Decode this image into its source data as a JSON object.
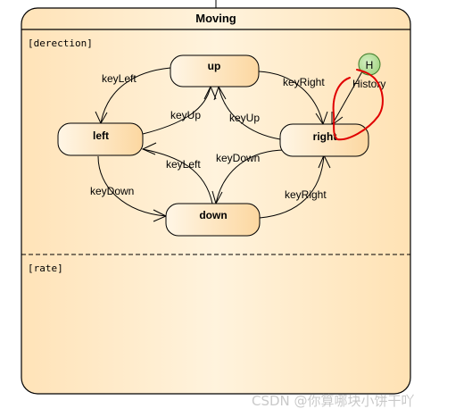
{
  "diagram": {
    "title": "Moving",
    "regions": {
      "direction": "[derection]",
      "rate": "[rate]"
    },
    "states": {
      "up": "up",
      "left": "left",
      "right": "right",
      "down": "down"
    },
    "history": {
      "symbol": "H",
      "label": "History"
    },
    "transitions": {
      "up_left": "keyLeft",
      "left_up": "keyUp",
      "up_right": "keyRight",
      "right_up": "keyUp",
      "left_down": "keyDown",
      "down_left": "keyLeft",
      "right_down": "keyDown",
      "down_right": "keyRight"
    }
  },
  "watermark": "CSDN @你算哪块小饼干吖",
  "colors": {
    "state_fill_light": "#fff4df",
    "state_fill_dark": "#fdd9a0",
    "border": "#000000",
    "history_fill": "#b9e3a0",
    "annotation": "#e00000"
  }
}
